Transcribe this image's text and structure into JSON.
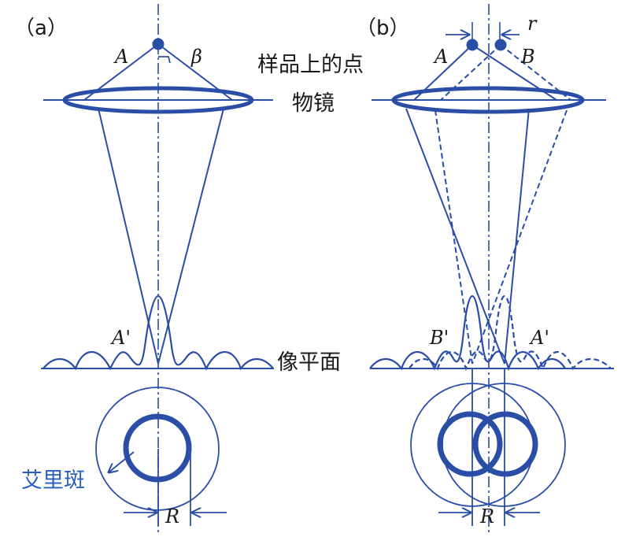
{
  "panel_a": {
    "label": "（a）",
    "point_label": "A",
    "angle_label": "β",
    "image_label": "A'",
    "radius_label": "R",
    "airy_label": "艾里斑"
  },
  "panel_b": {
    "label": "（b）",
    "point_a_label": "A",
    "point_b_label": "B",
    "separation_label": "r",
    "image_a_label": "A'",
    "image_b_label": "B'",
    "radius_label": "R"
  },
  "center_labels": {
    "sample_point": "样品上的点",
    "objective": "物镜",
    "image_plane": "像平面"
  },
  "colors": {
    "line": "#2a4ea6",
    "label": "#1a1a1a",
    "airy_label": "#2a5fbf"
  }
}
